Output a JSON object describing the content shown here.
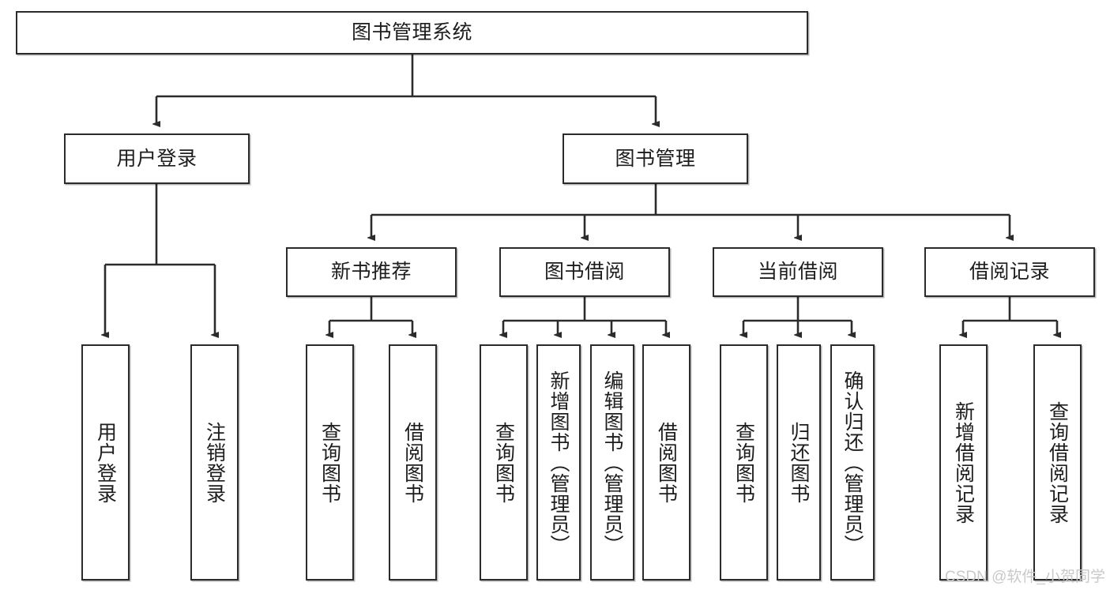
{
  "diagram": {
    "type": "tree-hierarchy",
    "title": "图书管理系统",
    "orientation": "top-down",
    "colors": {
      "box_border": "#2b2b2b",
      "box_fill": "#ffffff",
      "connector": "#2b2b2b",
      "text": "#1d1d1d",
      "watermark": "#c9c9c9",
      "page_background": "#ffffff"
    },
    "levels": {
      "level0": [
        "图书管理系统"
      ],
      "level1": [
        "用户登录",
        "图书管理"
      ],
      "level2": [
        "新书推荐",
        "图书借阅",
        "当前借阅",
        "借阅记录"
      ],
      "level3": [
        "用户登录",
        "注销登录",
        "查询图书",
        "借阅图书",
        "查询图书",
        "新增图书（管理员）",
        "编辑图书（管理员）",
        "借阅图书",
        "查询图书",
        "归还图书",
        "确认归还（管理员）",
        "新增借阅记录",
        "查询借阅记录"
      ]
    },
    "nodes": {
      "root": {
        "label": "图书管理系统"
      },
      "user_login": {
        "label": "用户登录"
      },
      "book_manage": {
        "label": "图书管理"
      },
      "new_book_rec": {
        "label": "新书推荐"
      },
      "book_borrow": {
        "label": "图书借阅"
      },
      "current_borrow": {
        "label": "当前借阅"
      },
      "borrow_record": {
        "label": "借阅记录"
      },
      "leaf_user_login": {
        "label": "用户登录"
      },
      "leaf_user_logout": {
        "label": "注销登录"
      },
      "leaf_rec_query": {
        "label": "查询图书"
      },
      "leaf_rec_borrow": {
        "label": "借阅图书"
      },
      "leaf_borrow_query": {
        "label": "查询图书"
      },
      "leaf_borrow_add": {
        "label": "新增图书（管理员）"
      },
      "leaf_borrow_edit": {
        "label": "编辑图书（管理员）"
      },
      "leaf_borrow_lend": {
        "label": "借阅图书"
      },
      "leaf_cur_query": {
        "label": "查询图书"
      },
      "leaf_cur_return": {
        "label": "归还图书"
      },
      "leaf_cur_confirm": {
        "label": "确认归还（管理员）"
      },
      "leaf_rec_add": {
        "label": "新增借阅记录"
      },
      "leaf_rec_search": {
        "label": "查询借阅记录"
      }
    },
    "edges": [
      {
        "from": "root",
        "to": "user_login"
      },
      {
        "from": "root",
        "to": "book_manage"
      },
      {
        "from": "book_manage",
        "to": "new_book_rec"
      },
      {
        "from": "book_manage",
        "to": "book_borrow"
      },
      {
        "from": "book_manage",
        "to": "current_borrow"
      },
      {
        "from": "book_manage",
        "to": "borrow_record"
      },
      {
        "from": "user_login",
        "to": "leaf_user_login"
      },
      {
        "from": "user_login",
        "to": "leaf_user_logout"
      },
      {
        "from": "new_book_rec",
        "to": "leaf_rec_query"
      },
      {
        "from": "new_book_rec",
        "to": "leaf_rec_borrow"
      },
      {
        "from": "book_borrow",
        "to": "leaf_borrow_query"
      },
      {
        "from": "book_borrow",
        "to": "leaf_borrow_add"
      },
      {
        "from": "book_borrow",
        "to": "leaf_borrow_edit"
      },
      {
        "from": "book_borrow",
        "to": "leaf_borrow_lend"
      },
      {
        "from": "current_borrow",
        "to": "leaf_cur_query"
      },
      {
        "from": "current_borrow",
        "to": "leaf_cur_return"
      },
      {
        "from": "current_borrow",
        "to": "leaf_cur_confirm"
      },
      {
        "from": "borrow_record",
        "to": "leaf_rec_add"
      },
      {
        "from": "borrow_record",
        "to": "leaf_rec_search"
      }
    ]
  },
  "watermark": {
    "text": "CSDN @软件_小贺同学"
  }
}
